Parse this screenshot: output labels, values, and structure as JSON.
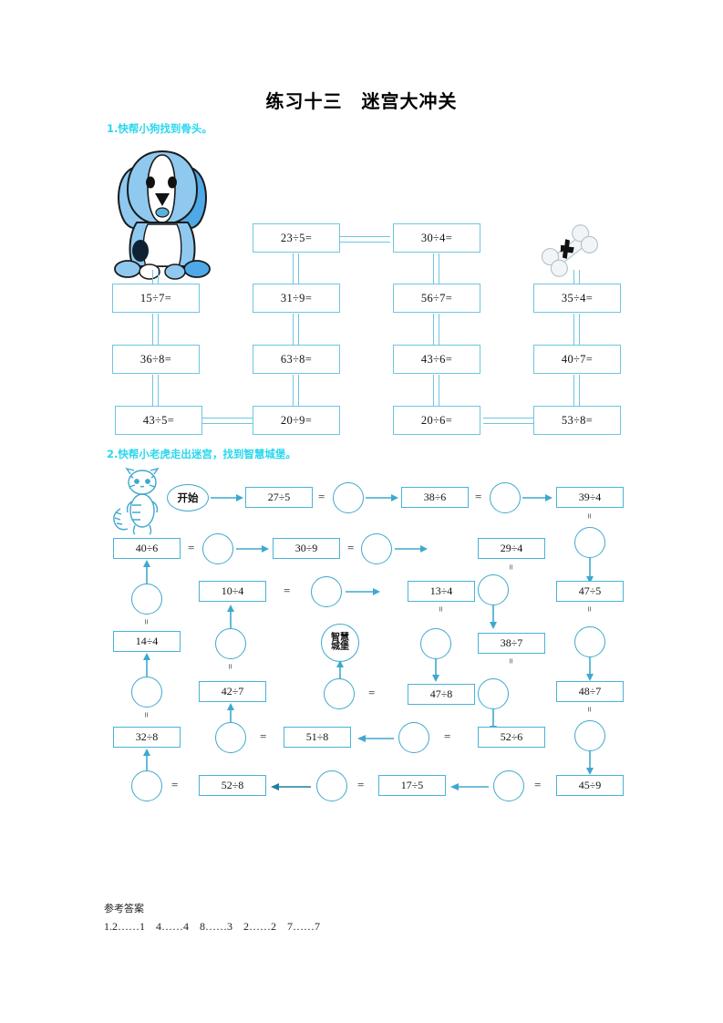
{
  "page": {
    "title": "练习十三　迷宫大冲关"
  },
  "colors": {
    "accent_cyan": "#2ad7ee",
    "maze_line": "#6ec6e0",
    "tiger_line": "#48b4d8",
    "dog_body": "#7fc4ee",
    "text": "#111111"
  },
  "section1": {
    "heading": "1.快帮小狗找到骨头。",
    "dog_icon": "dog-illustration",
    "bone_icon": "bone-illustration",
    "grid": {
      "rows": [
        [
          "",
          "23÷5=",
          "30÷4=",
          ""
        ],
        [
          "15÷7=",
          "31÷9=",
          "56÷7=",
          "35÷4="
        ],
        [
          "36÷8=",
          "63÷8=",
          "43÷6=",
          "40÷7="
        ],
        [
          "43÷5=",
          "20÷9=",
          "20÷6=",
          "53÷8="
        ]
      ]
    }
  },
  "section2": {
    "heading": "2.快帮小老虎走出迷宫，找到智慧城堡。",
    "tiger_icon": "tiger-illustration",
    "start_label": "开始",
    "castle_label_line1": "智慧",
    "castle_label_line2": "城堡",
    "boxes": {
      "r1c1": "27÷5",
      "r1c2": "38÷6",
      "r1c3": "39÷4",
      "r2c0": "40÷6",
      "r2c1": "30÷9",
      "r2c2": "29÷4",
      "r3c1": "10÷4",
      "r3c2": "13÷4",
      "r3c3": "47÷5",
      "r4c0": "14÷4",
      "r4c1": "38÷7",
      "r5c1": "42÷7",
      "r5c2": "47÷8",
      "r5c3": "48÷7",
      "r6c0": "32÷8",
      "r6c1": "51÷8",
      "r6c2": "52÷6",
      "r7c0": "52÷8",
      "r7c1": "17÷5",
      "r7c2": "45÷9"
    },
    "equals_symbol": "=",
    "equals_vertical_symbol": "=",
    "empty_circle_label": ""
  },
  "answers": {
    "title": "参考答案",
    "line1": "1.2……1　4……4　8……3　2……2　7……7"
  }
}
